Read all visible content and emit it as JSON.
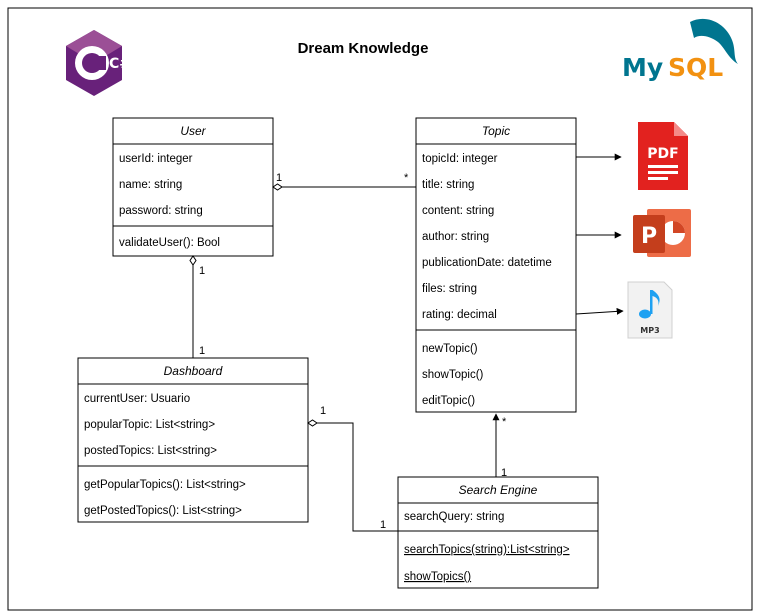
{
  "title": "Dream Knowledge",
  "logos": {
    "csharp": {
      "text": "C#",
      "color": "#68217a"
    },
    "mysql": {
      "text_my": "My",
      "text_sql": "SQL",
      "color_my": "#00758f",
      "color_sql": "#f29111"
    },
    "pdf": {
      "text": "PDF",
      "color": "#e2221f"
    },
    "powerpoint": {
      "text": "P",
      "color": "#d24625"
    },
    "mp3": {
      "text": "MP3",
      "color": "#1ea1f2"
    }
  },
  "classes": {
    "user": {
      "name": "User",
      "attributes": [
        "userId: integer",
        "name: string",
        "password: string"
      ],
      "methods": [
        "validateUser(): Bool"
      ]
    },
    "topic": {
      "name": "Topic",
      "attributes": [
        "topicId: integer",
        "title: string",
        "content: string",
        "author: string",
        "publicationDate: datetime",
        "files: string",
        "rating: decimal"
      ],
      "methods": [
        "newTopic()",
        "showTopic()",
        "editTopic()"
      ]
    },
    "dashboard": {
      "name": "Dashboard",
      "attributes": [
        "currentUser: Usuario",
        "popularTopic: List<string>",
        "postedTopics: List<string>"
      ],
      "methods": [
        "getPopularTopics(): List<string>",
        "getPostedTopics(): List<string>"
      ]
    },
    "search": {
      "name": "Search Engine",
      "attributes": [
        "searchQuery: string"
      ],
      "methods": [
        "searchTopics(string):List<string>",
        "showTopics()"
      ]
    }
  },
  "multiplicities": {
    "user_topic_user": "1",
    "user_topic_topic": "*",
    "user_dashboard_user": "1",
    "user_dashboard_dashboard": "1",
    "dashboard_search_dashboard": "1",
    "dashboard_search_search": "1",
    "search_topic_search": "1",
    "search_topic_topic": "*"
  }
}
